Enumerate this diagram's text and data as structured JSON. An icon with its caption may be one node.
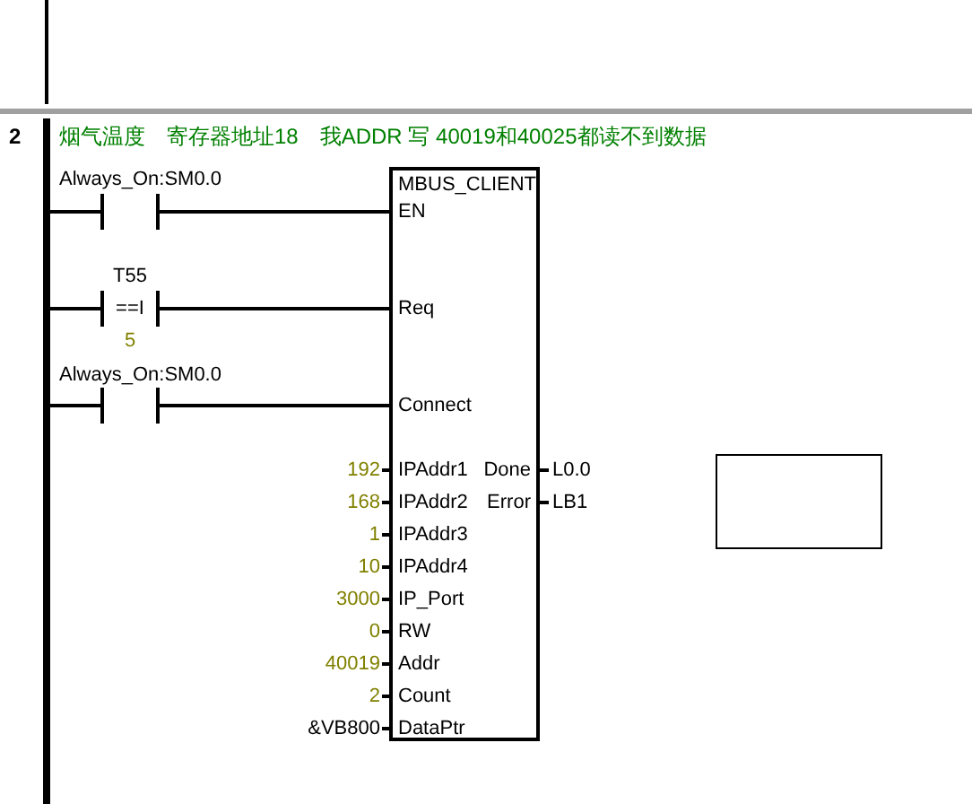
{
  "diagram": {
    "nodes": [
      {
        "text": [
          "MBUS_CLIENT",
          "EN",
          "Req",
          "Connect",
          "IPAddr1",
          "IPAddr2",
          "IPAddr3",
          "IPAddr4",
          "IP_Port",
          "RW",
          "Addr",
          "Count",
          "DataPtr",
          "Done",
          "Error"
        ]
      },
      {
        "text": [],
        "shape": "bar"
      },
      {
        "text": [
          "Always_On:SM0.0"
        ]
      },
      {
        "text": [
          "T55",
          "==I",
          "5"
        ]
      },
      {
        "text": [
          "Always_On:SM0.0"
        ]
      },
      {
        "text": [],
        "shape": "box"
      }
    ],
    "edges": [
      {
        "from": 1,
        "to": 2,
        "arrow": "none"
      },
      {
        "from": 2,
        "to": 0,
        "arrow": "none"
      },
      {
        "from": 1,
        "to": 3,
        "arrow": "none"
      },
      {
        "from": 3,
        "to": 0,
        "arrow": "none"
      },
      {
        "from": 1,
        "to": 4,
        "arrow": "none"
      },
      {
        "from": 4,
        "to": 0,
        "arrow": "none"
      }
    ],
    "labels": [
      "2",
      "烟气温度　寄存器地址18　我ADDR 写 40019和40025都读不到数据",
      "192",
      "168",
      "1",
      "10",
      "3000",
      "0",
      "40019",
      "2",
      "&VB800",
      "L0.0",
      "LB1"
    ]
  }
}
